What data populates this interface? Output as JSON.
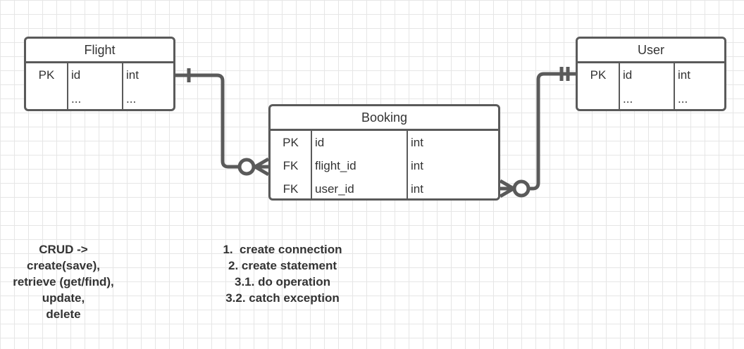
{
  "entities": {
    "flight": {
      "title": "Flight",
      "rows": [
        {
          "key": "PK",
          "name": "id",
          "type": "int"
        },
        {
          "key": "",
          "name": "...",
          "type": "..."
        }
      ]
    },
    "user": {
      "title": "User",
      "rows": [
        {
          "key": "PK",
          "name": "id",
          "type": "int"
        },
        {
          "key": "",
          "name": "...",
          "type": "..."
        }
      ]
    },
    "booking": {
      "title": "Booking",
      "rows": [
        {
          "key": "PK",
          "name": "id",
          "type": "int"
        },
        {
          "key": "FK",
          "name": "flight_id",
          "type": "int"
        },
        {
          "key": "FK",
          "name": "user_id",
          "type": "int"
        }
      ]
    }
  },
  "relationships": [
    {
      "from": "Flight",
      "to": "Booking",
      "from_cardinality": "one",
      "to_cardinality": "zero-or-many"
    },
    {
      "from": "User",
      "to": "Booking",
      "from_cardinality": "one-and-only-one",
      "to_cardinality": "zero-or-many"
    }
  ],
  "notes": {
    "crud": [
      "CRUD ->",
      "create(save),",
      "retrieve (get/find),",
      "update,",
      "delete"
    ],
    "steps": [
      "1.  create connection",
      "2. create statement",
      "3.1. do operation",
      "3.2. catch exception"
    ]
  },
  "colors": {
    "line": "#5a5a5a",
    "grid": "#e6e6e6",
    "text": "#333333"
  }
}
